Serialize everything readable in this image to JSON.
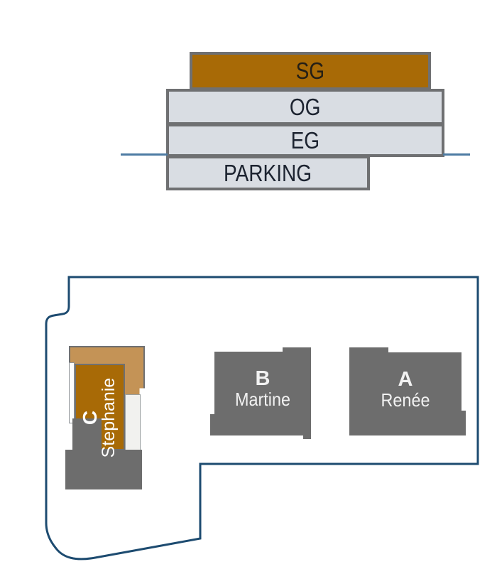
{
  "cross_section": {
    "floors": [
      {
        "label": "SG",
        "fill": "#a86a06"
      },
      {
        "label": "OG",
        "fill": "#d9dde3"
      },
      {
        "label": "EG",
        "fill": "#d9dde3"
      },
      {
        "label": "PARKING",
        "fill": "#d9dde3"
      }
    ],
    "ground_line_color": "#4d7ba3",
    "border_color": "#6f7072"
  },
  "site_plan": {
    "boundary_color": "#1d4b70",
    "building_fill": "#6d6d6d",
    "buildings": [
      {
        "letter": "C",
        "name": "Stephanie",
        "accent_fill": "#a86a06",
        "roof_fill": "#c49356"
      },
      {
        "letter": "B",
        "name": "Martine"
      },
      {
        "letter": "A",
        "name": "Renée"
      }
    ]
  },
  "colors": {
    "orange": "#a86a06",
    "tan": "#c49356",
    "floor_fill": "#d9dde3",
    "building_gray": "#6d6d6d",
    "border_gray": "#6f7072",
    "boundary_navy": "#1d4b70",
    "ground_blue": "#4d7ba3",
    "label_light": "#f2f2f2",
    "label_dark": "#1c2330"
  }
}
